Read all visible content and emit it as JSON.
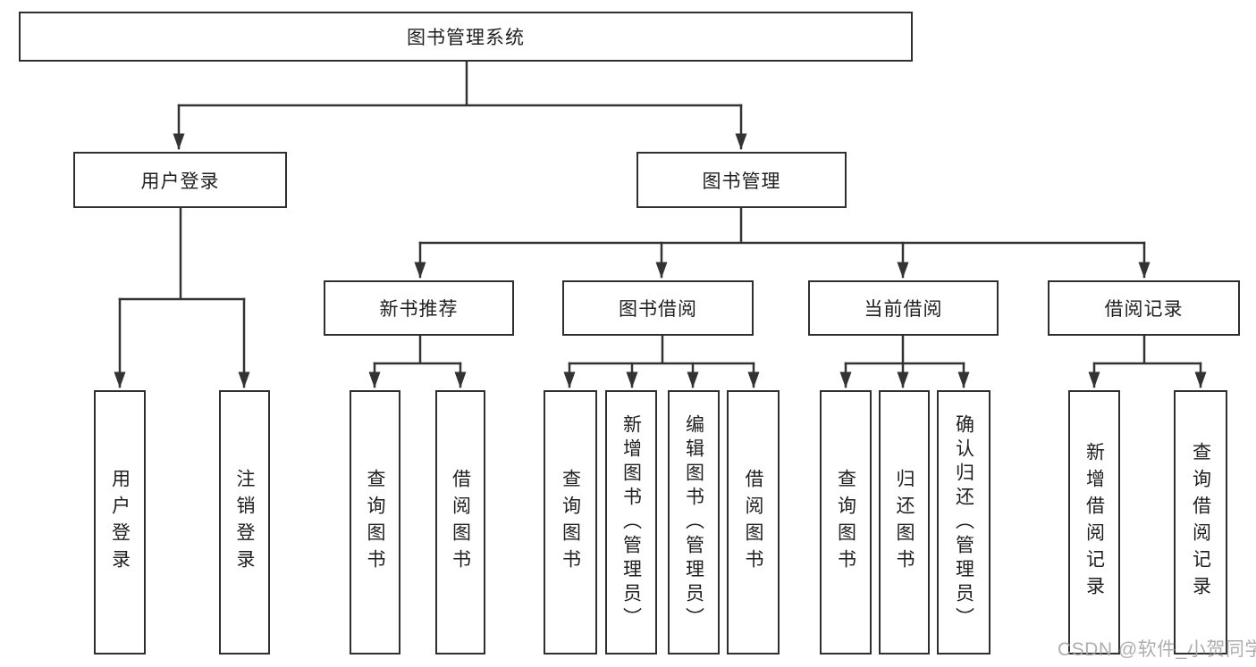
{
  "diagram": {
    "title": "图书管理系统",
    "branches": {
      "user": {
        "label": "用户登录",
        "children": [
          "用户登录",
          "注销登录"
        ]
      },
      "book": {
        "label": "图书管理",
        "sections": [
          {
            "label": "新书推荐",
            "children": [
              "查询图书",
              "借阅图书"
            ]
          },
          {
            "label": "图书借阅",
            "children": [
              "查询图书",
              "新增图书（管理员）",
              "编辑图书（管理员）",
              "借阅图书"
            ]
          },
          {
            "label": "当前借阅",
            "children": [
              "查询图书",
              "归还图书",
              "确认归还（管理员）"
            ]
          },
          {
            "label": "借阅记录",
            "children": [
              "新增借阅记录",
              "查询借阅记录"
            ]
          }
        ]
      }
    },
    "line_color": "#333333",
    "watermark": "CSDN @软件_小贺同学"
  }
}
